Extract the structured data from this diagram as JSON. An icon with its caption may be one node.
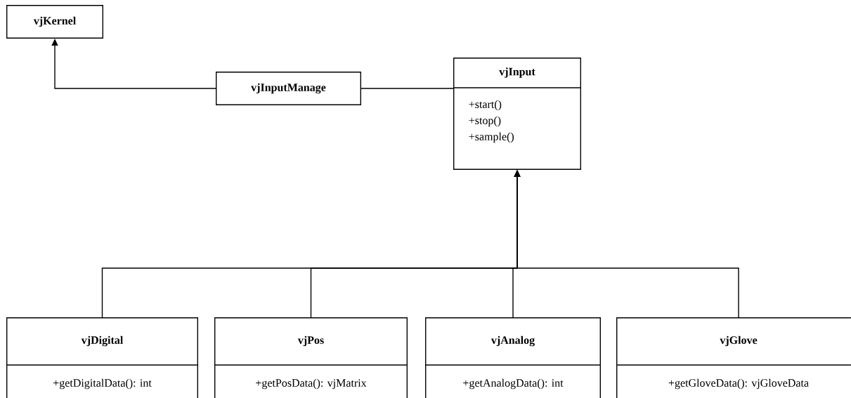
{
  "diagram": {
    "nodes": [
      {
        "text": [
          "vjKernel"
        ]
      },
      {
        "text": [
          "vjInputManage"
        ]
      },
      {
        "text": [
          "vjInput",
          "+start()",
          "+stop()",
          "+sample()"
        ]
      },
      {
        "text": [
          "vjDigital",
          "+getDigitalData(): int"
        ]
      },
      {
        "text": [
          "vjPos",
          "+getPosData(): vjMatrix"
        ]
      },
      {
        "text": [
          "vjAnalog",
          "+getAnalogData(): int"
        ]
      },
      {
        "text": [
          "vjGlove",
          "+getGloveData(): vjGloveData"
        ]
      }
    ],
    "edges": [
      {
        "from": 1,
        "to": 0,
        "arrow": "to"
      },
      {
        "from": 1,
        "to": 2,
        "arrow": "none"
      },
      {
        "from": 3,
        "to": 2,
        "arrow": "to"
      },
      {
        "from": 4,
        "to": 2,
        "arrow": "to"
      },
      {
        "from": 5,
        "to": 2,
        "arrow": "to"
      },
      {
        "from": 6,
        "to": 2,
        "arrow": "to"
      }
    ]
  }
}
